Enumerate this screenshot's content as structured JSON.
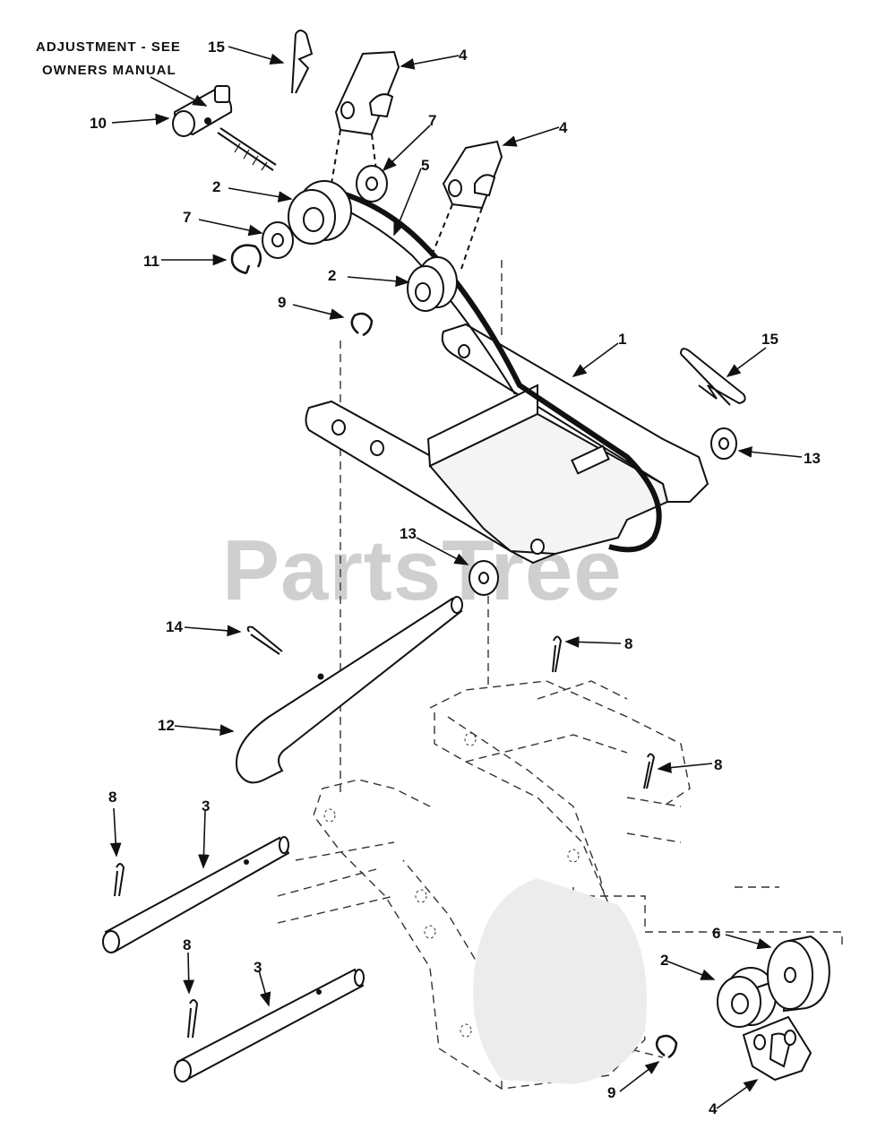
{
  "watermark": "PartsTree",
  "note": {
    "line1": "ADJUSTMENT - SEE",
    "line2": "OWNERS MANUAL"
  },
  "callouts": {
    "c15a": "15",
    "c4a": "4",
    "c10": "10",
    "c7a": "7",
    "c4b": "4",
    "c5": "5",
    "c2a": "2",
    "c7b": "7",
    "c11": "11",
    "c2b": "2",
    "c9a": "9",
    "c1": "1",
    "c15b": "15",
    "c13a": "13",
    "c13b": "13",
    "c14": "14",
    "c8a": "8",
    "c12": "12",
    "c8b": "8",
    "c8c": "8",
    "c3a": "3",
    "c8d": "8",
    "c3b": "3",
    "c6": "6",
    "c2c": "2",
    "c9b": "9",
    "c4c": "4"
  }
}
